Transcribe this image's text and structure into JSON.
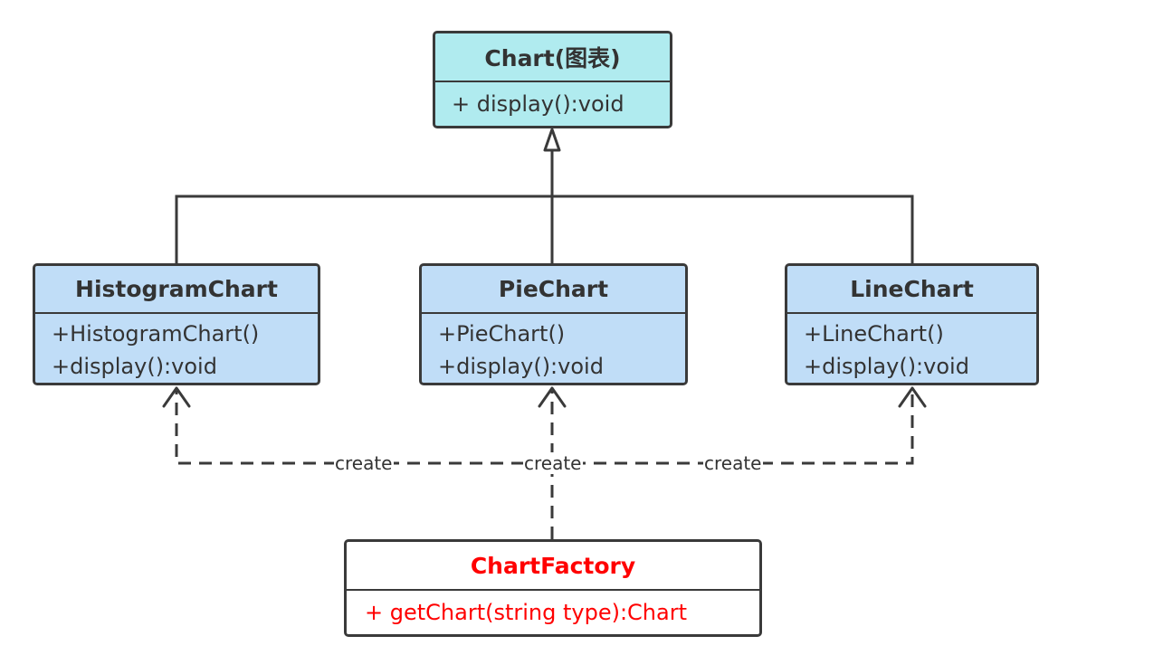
{
  "chart_class": {
    "title": "Chart(图表)",
    "methods": [
      "+ display():void"
    ],
    "fill": "#b0ebef"
  },
  "subclasses": [
    {
      "title": "HistogramChart",
      "methods": [
        "+HistogramChart()",
        "+display():void"
      ],
      "fill": "#c0ddf7"
    },
    {
      "title": "PieChart",
      "methods": [
        "+PieChart()",
        "+display():void"
      ],
      "fill": "#c0ddf7"
    },
    {
      "title": "LineChart",
      "methods": [
        "+LineChart()",
        "+display():void"
      ],
      "fill": "#c0ddf7"
    }
  ],
  "factory_class": {
    "title": "ChartFactory",
    "methods": [
      "+ getChart(string type):Chart"
    ],
    "fill": "#ffffff",
    "text_color": "#ff0000"
  },
  "relations": {
    "create_labels": [
      "create",
      "create",
      "create"
    ]
  },
  "colors": {
    "line": "#3a3a3a",
    "text": "#333333"
  }
}
